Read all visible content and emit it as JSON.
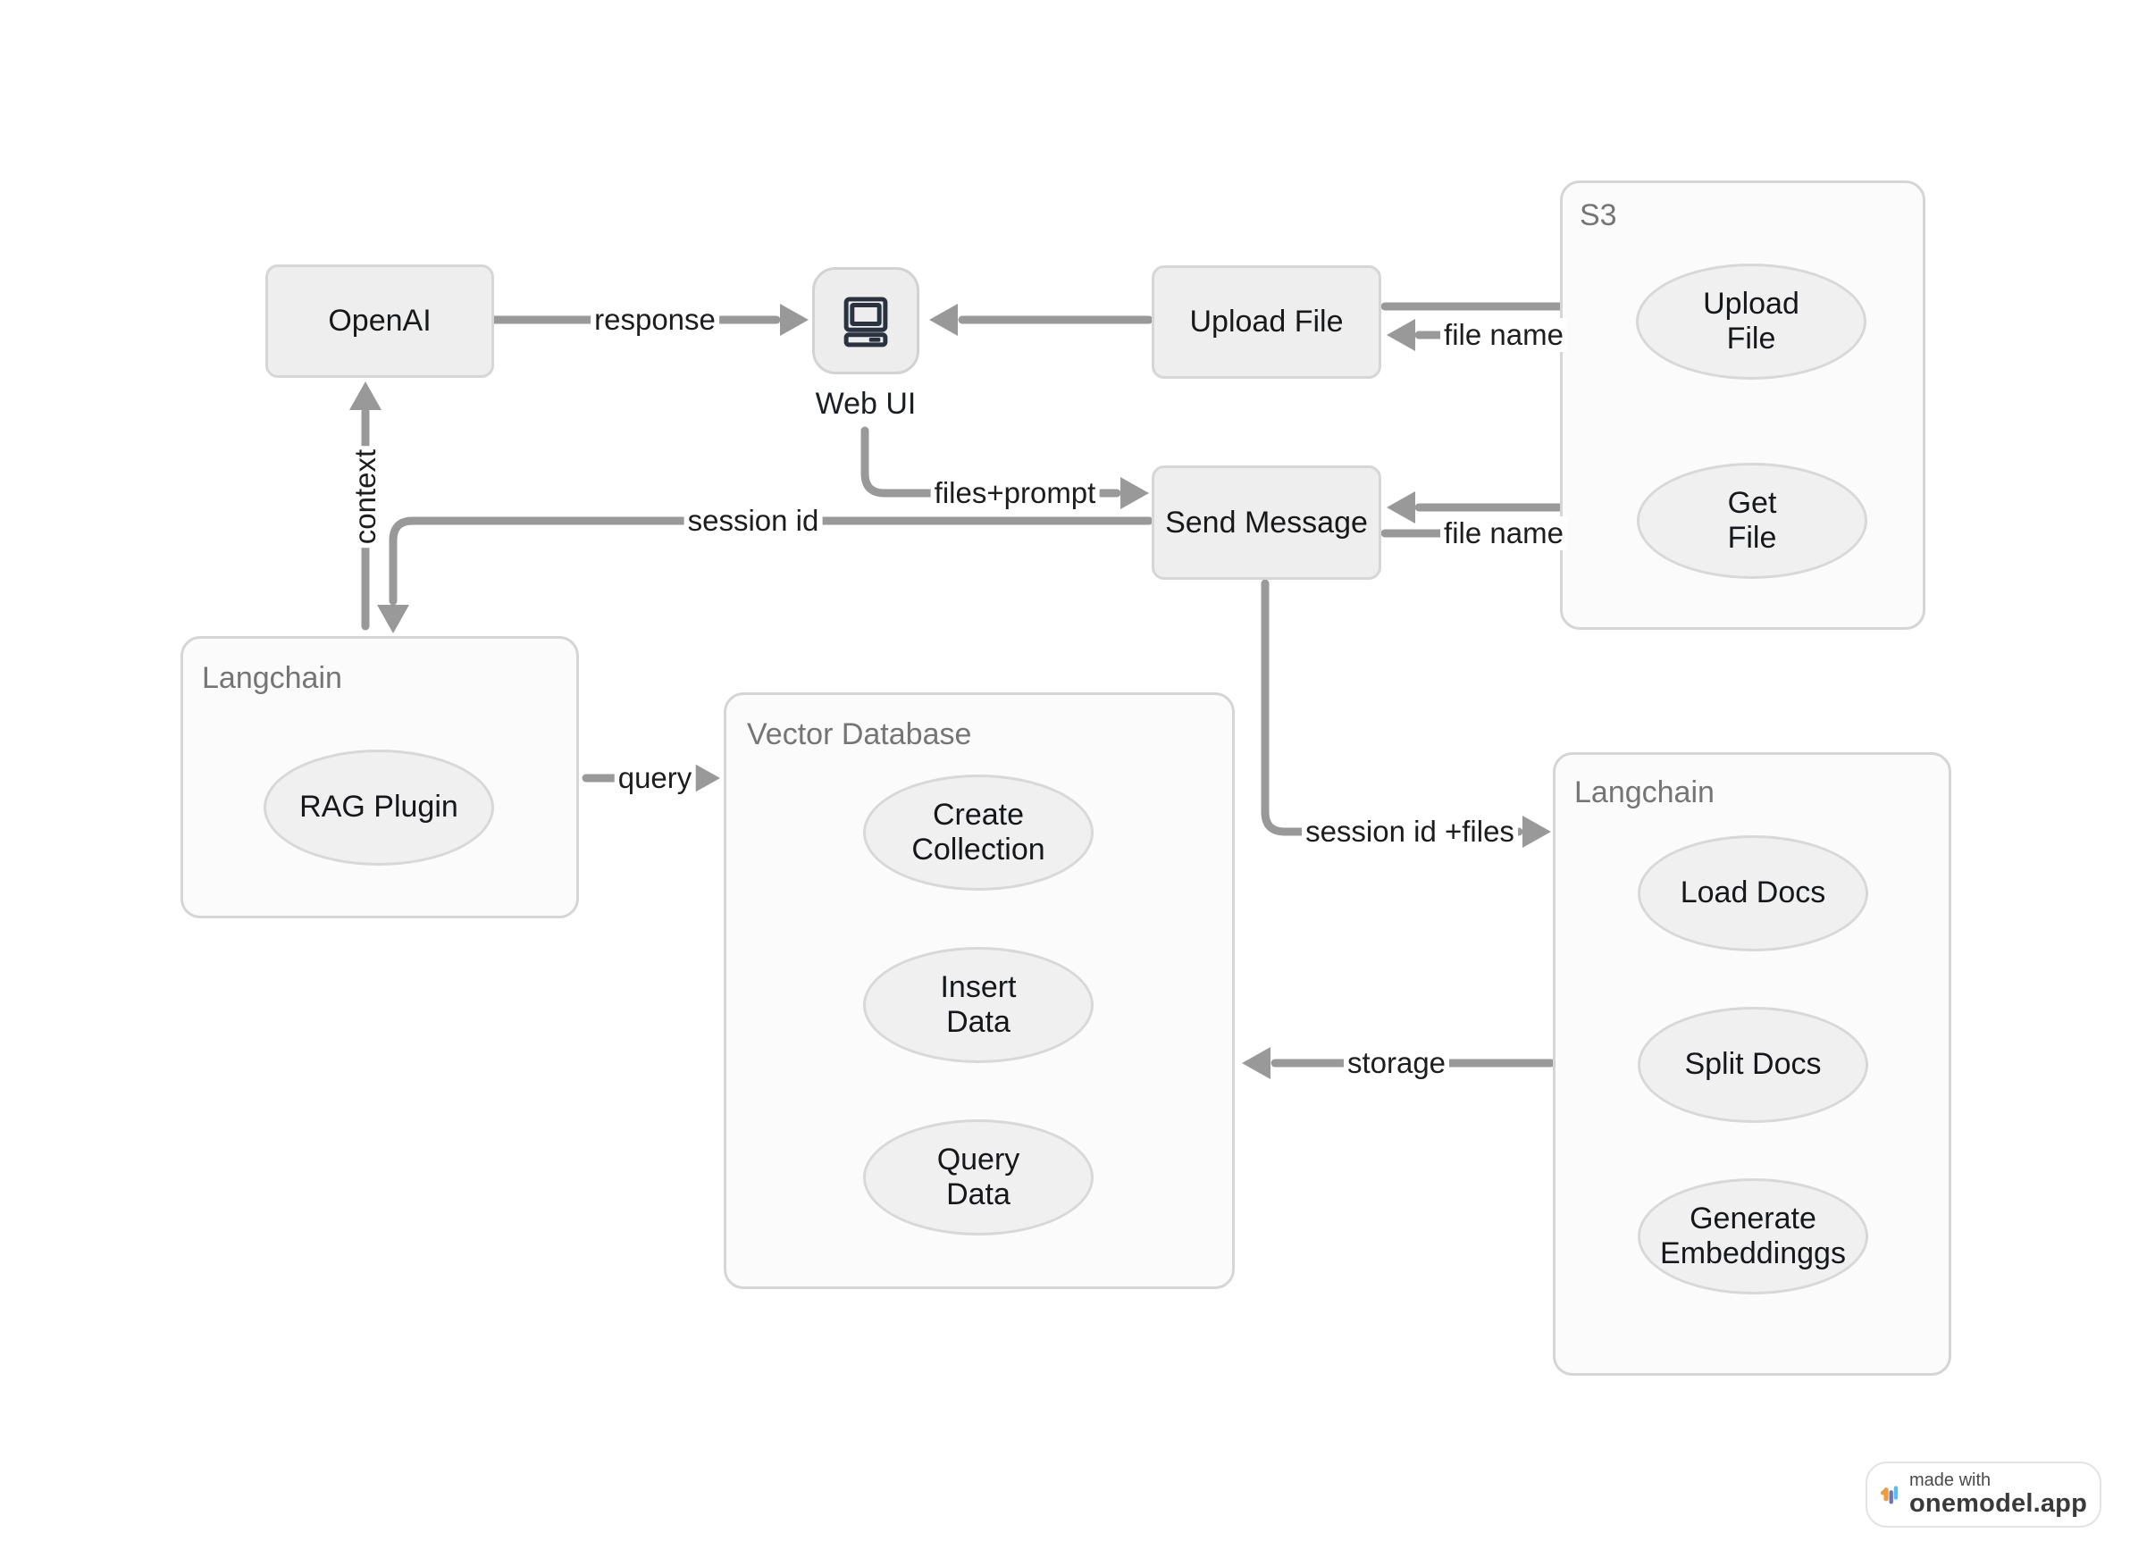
{
  "diagram": {
    "nodes": {
      "openai": {
        "label": "OpenAI"
      },
      "upload_file": {
        "label": "Upload File"
      },
      "send_message": {
        "label": "Send Message"
      },
      "web_ui": {
        "label": "Web UI",
        "icon": "computer-icon"
      }
    },
    "containers": {
      "s3": {
        "label": "S3"
      },
      "langchain_left": {
        "label": "Langchain"
      },
      "vector_database": {
        "label": "Vector Database"
      },
      "langchain_right": {
        "label": "Langchain"
      }
    },
    "ellipses": {
      "s3_upload_file": {
        "label": "Upload\nFile"
      },
      "s3_get_file": {
        "label": "Get\nFile"
      },
      "rag_plugin": {
        "label": "RAG Plugin"
      },
      "create_collection": {
        "label": "Create\nCollection"
      },
      "insert_data": {
        "label": "Insert\nData"
      },
      "query_data": {
        "label": "Query\nData"
      },
      "load_docs": {
        "label": "Load Docs"
      },
      "split_docs": {
        "label": "Split Docs"
      },
      "generate_embeddings": {
        "label": "Generate\nEmbeddinggs"
      }
    },
    "edge_labels": {
      "response": "response",
      "file_name_upload": "file name",
      "file_name_get": "file name",
      "files_prompt": "files+prompt",
      "session_id": "session id",
      "context": "context",
      "query": "query",
      "session_id_files": "session id +files",
      "storage": "storage"
    },
    "colors": {
      "arrow": "#999999",
      "node_fill": "#eeeeee",
      "node_border": "#d6d6d6",
      "container_fill": "#fbfbfb",
      "container_border": "#d5d5d5",
      "ellipse_fill": "#f0f0f0",
      "ellipse_border": "#d8d8d8",
      "icon_stroke": "#2a3240",
      "group_label": "#757575",
      "text": "#17181a"
    }
  },
  "badge": {
    "made_with": "made with",
    "brand": "onemodel.app",
    "logo_colors": {
      "orange": "#f09c3c",
      "indigo": "#6e73ba",
      "blue": "#55c0ed"
    }
  }
}
